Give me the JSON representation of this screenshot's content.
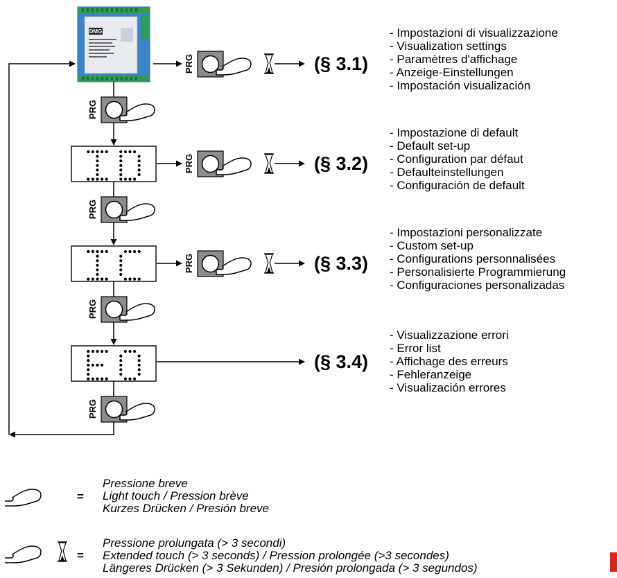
{
  "button_label": "PRG",
  "display_codes": [
    "I D",
    "I C",
    "E 0"
  ],
  "device": {
    "brand": "DMG",
    "body_color": "#3b83c4",
    "terminal_color": "#2e9a54"
  },
  "sections": [
    {
      "ref": "(§ 3.1)",
      "lines": [
        "- Impostazioni di visualizzazione",
        "- Visualization settings",
        "- Paramètres d'affichage",
        "- Anzeige-Einstellungen",
        "- Impostación visualización"
      ]
    },
    {
      "ref": "(§ 3.2)",
      "lines": [
        "- Impostazione di default",
        "- Default set-up",
        "- Configuration par défaut",
        "- Defaulteinstellungen",
        "- Configuración de default"
      ]
    },
    {
      "ref": "(§ 3.3)",
      "lines": [
        "- Impostazioni personalizzate",
        "- Custom set-up",
        "- Configurations personnalisées",
        "- Personalisierte Programmierung",
        "- Configuraciones personalizadas"
      ]
    },
    {
      "ref": "(§ 3.4)",
      "lines": [
        "- Visualizzazione errori",
        "- Error list",
        "- Affichage des erreurs",
        "- Fehleranzeige",
        "- Visualización errores"
      ]
    }
  ],
  "legend": [
    {
      "symbol": "hand-press",
      "equals": "=",
      "lines": [
        "Pressione breve",
        "Light touch / Pression brève",
        "Kurzes Drücken / Presión breve"
      ]
    },
    {
      "symbol": "hand-press-hourglass",
      "equals": "=",
      "lines": [
        "Pressione prolungata (> 3 secondi)",
        "Extended touch (> 3 seconds) / Pression prolongée (>3 secondes)",
        "Längeres Drücken (> 3 Sekunden) / Presión prolongada (> 3 segundos)"
      ]
    }
  ],
  "colors": {
    "button_fill": "#8c8c8c",
    "accent_mark": "#d9261c"
  }
}
